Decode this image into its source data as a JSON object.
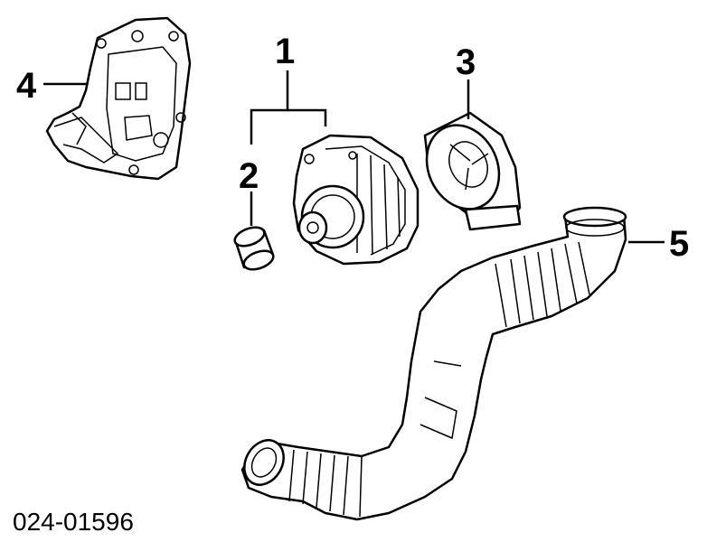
{
  "callouts": {
    "c1": "1",
    "c2": "2",
    "c3": "3",
    "c4": "4",
    "c5": "5"
  },
  "diagram_code": "024-01596",
  "colors": {
    "ink": "#000000",
    "paper": "#ffffff"
  }
}
